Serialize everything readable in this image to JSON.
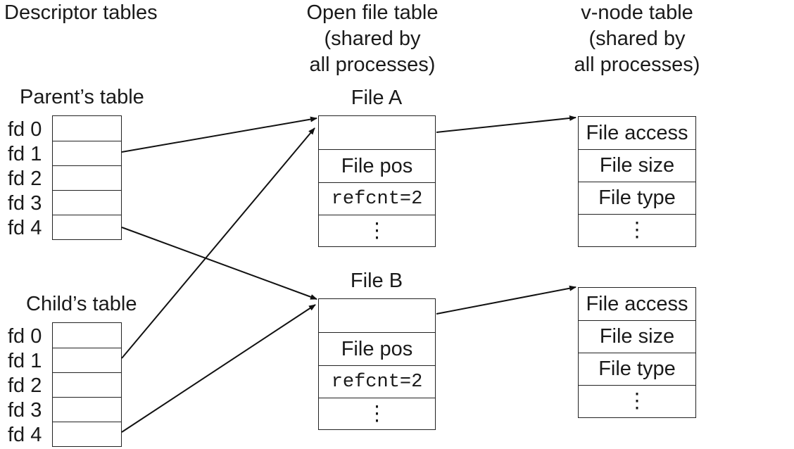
{
  "headers": {
    "descriptor": "Descriptor tables",
    "open_file": [
      "Open file table",
      "(shared by",
      "all processes)"
    ],
    "vnode": [
      "v-node table",
      "(shared by",
      "all processes)"
    ]
  },
  "parent_table": {
    "title": "Parent’s table",
    "rows": [
      "fd 0",
      "fd 1",
      "fd 2",
      "fd 3",
      "fd 4"
    ]
  },
  "child_table": {
    "title": "Child’s table",
    "rows": [
      "fd 0",
      "fd 1",
      "fd 2",
      "fd 3",
      "fd 4"
    ]
  },
  "files": [
    {
      "title": "File A",
      "pos": "File pos",
      "refcnt": "refcnt=2",
      "more": "⋮"
    },
    {
      "title": "File B",
      "pos": "File pos",
      "refcnt": "refcnt=2",
      "more": "⋮"
    }
  ],
  "vnodes": [
    {
      "access": "File access",
      "size": "File size",
      "type": "File type",
      "more": "⋮"
    },
    {
      "access": "File access",
      "size": "File size",
      "type": "File type",
      "more": "⋮"
    }
  ]
}
